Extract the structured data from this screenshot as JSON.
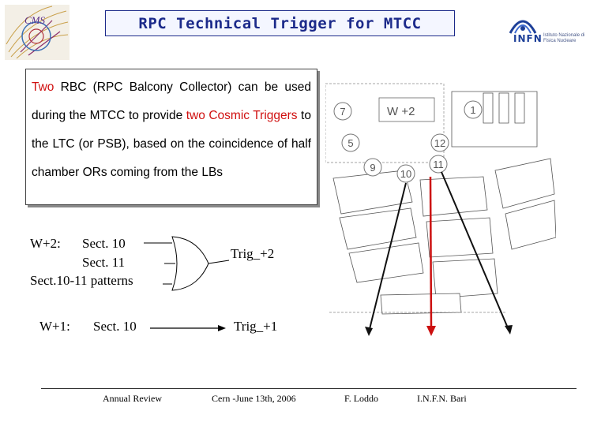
{
  "header": {
    "title": "RPC Technical Trigger for MTCC",
    "logo_left_text": "CMS",
    "logo_right_text": "INFN",
    "logo_right_sub": "Istituto Nazionale di Fisica Nucleare"
  },
  "intro": {
    "w1": "Two",
    "w2": " RBC (RPC Balcony Collector) can be used during the MTCC to provide ",
    "w3": "two Cosmic Triggers",
    "w4": " to the LTC (or PSB), based on the coincidence of half chamber ORs coming from the LBs"
  },
  "diagram": {
    "wheel_label": "W  +2",
    "sectors": [
      "7",
      "1",
      "5",
      "12",
      "9",
      "10",
      "11"
    ]
  },
  "logic": {
    "w2_label": "W+2:",
    "w2_sect10": "Sect. 10",
    "w2_sect11": "Sect. 11",
    "w2_pattern": "Sect.10-11 patterns",
    "or_label": "OR",
    "trig2": "Trig_+2",
    "w1_label": "W+1:",
    "w1_sect10": "Sect. 10",
    "trig1": "Trig_+1"
  },
  "footer": {
    "f1": "Annual Review",
    "f2": "Cern -June 13th, 2006",
    "f3": "F. Loddo",
    "f4": "I.N.F.N. Bari"
  },
  "colors": {
    "title": "#1c2a8a",
    "highlight": "#d01010",
    "trigger_arrow_red": "#cc1010"
  }
}
